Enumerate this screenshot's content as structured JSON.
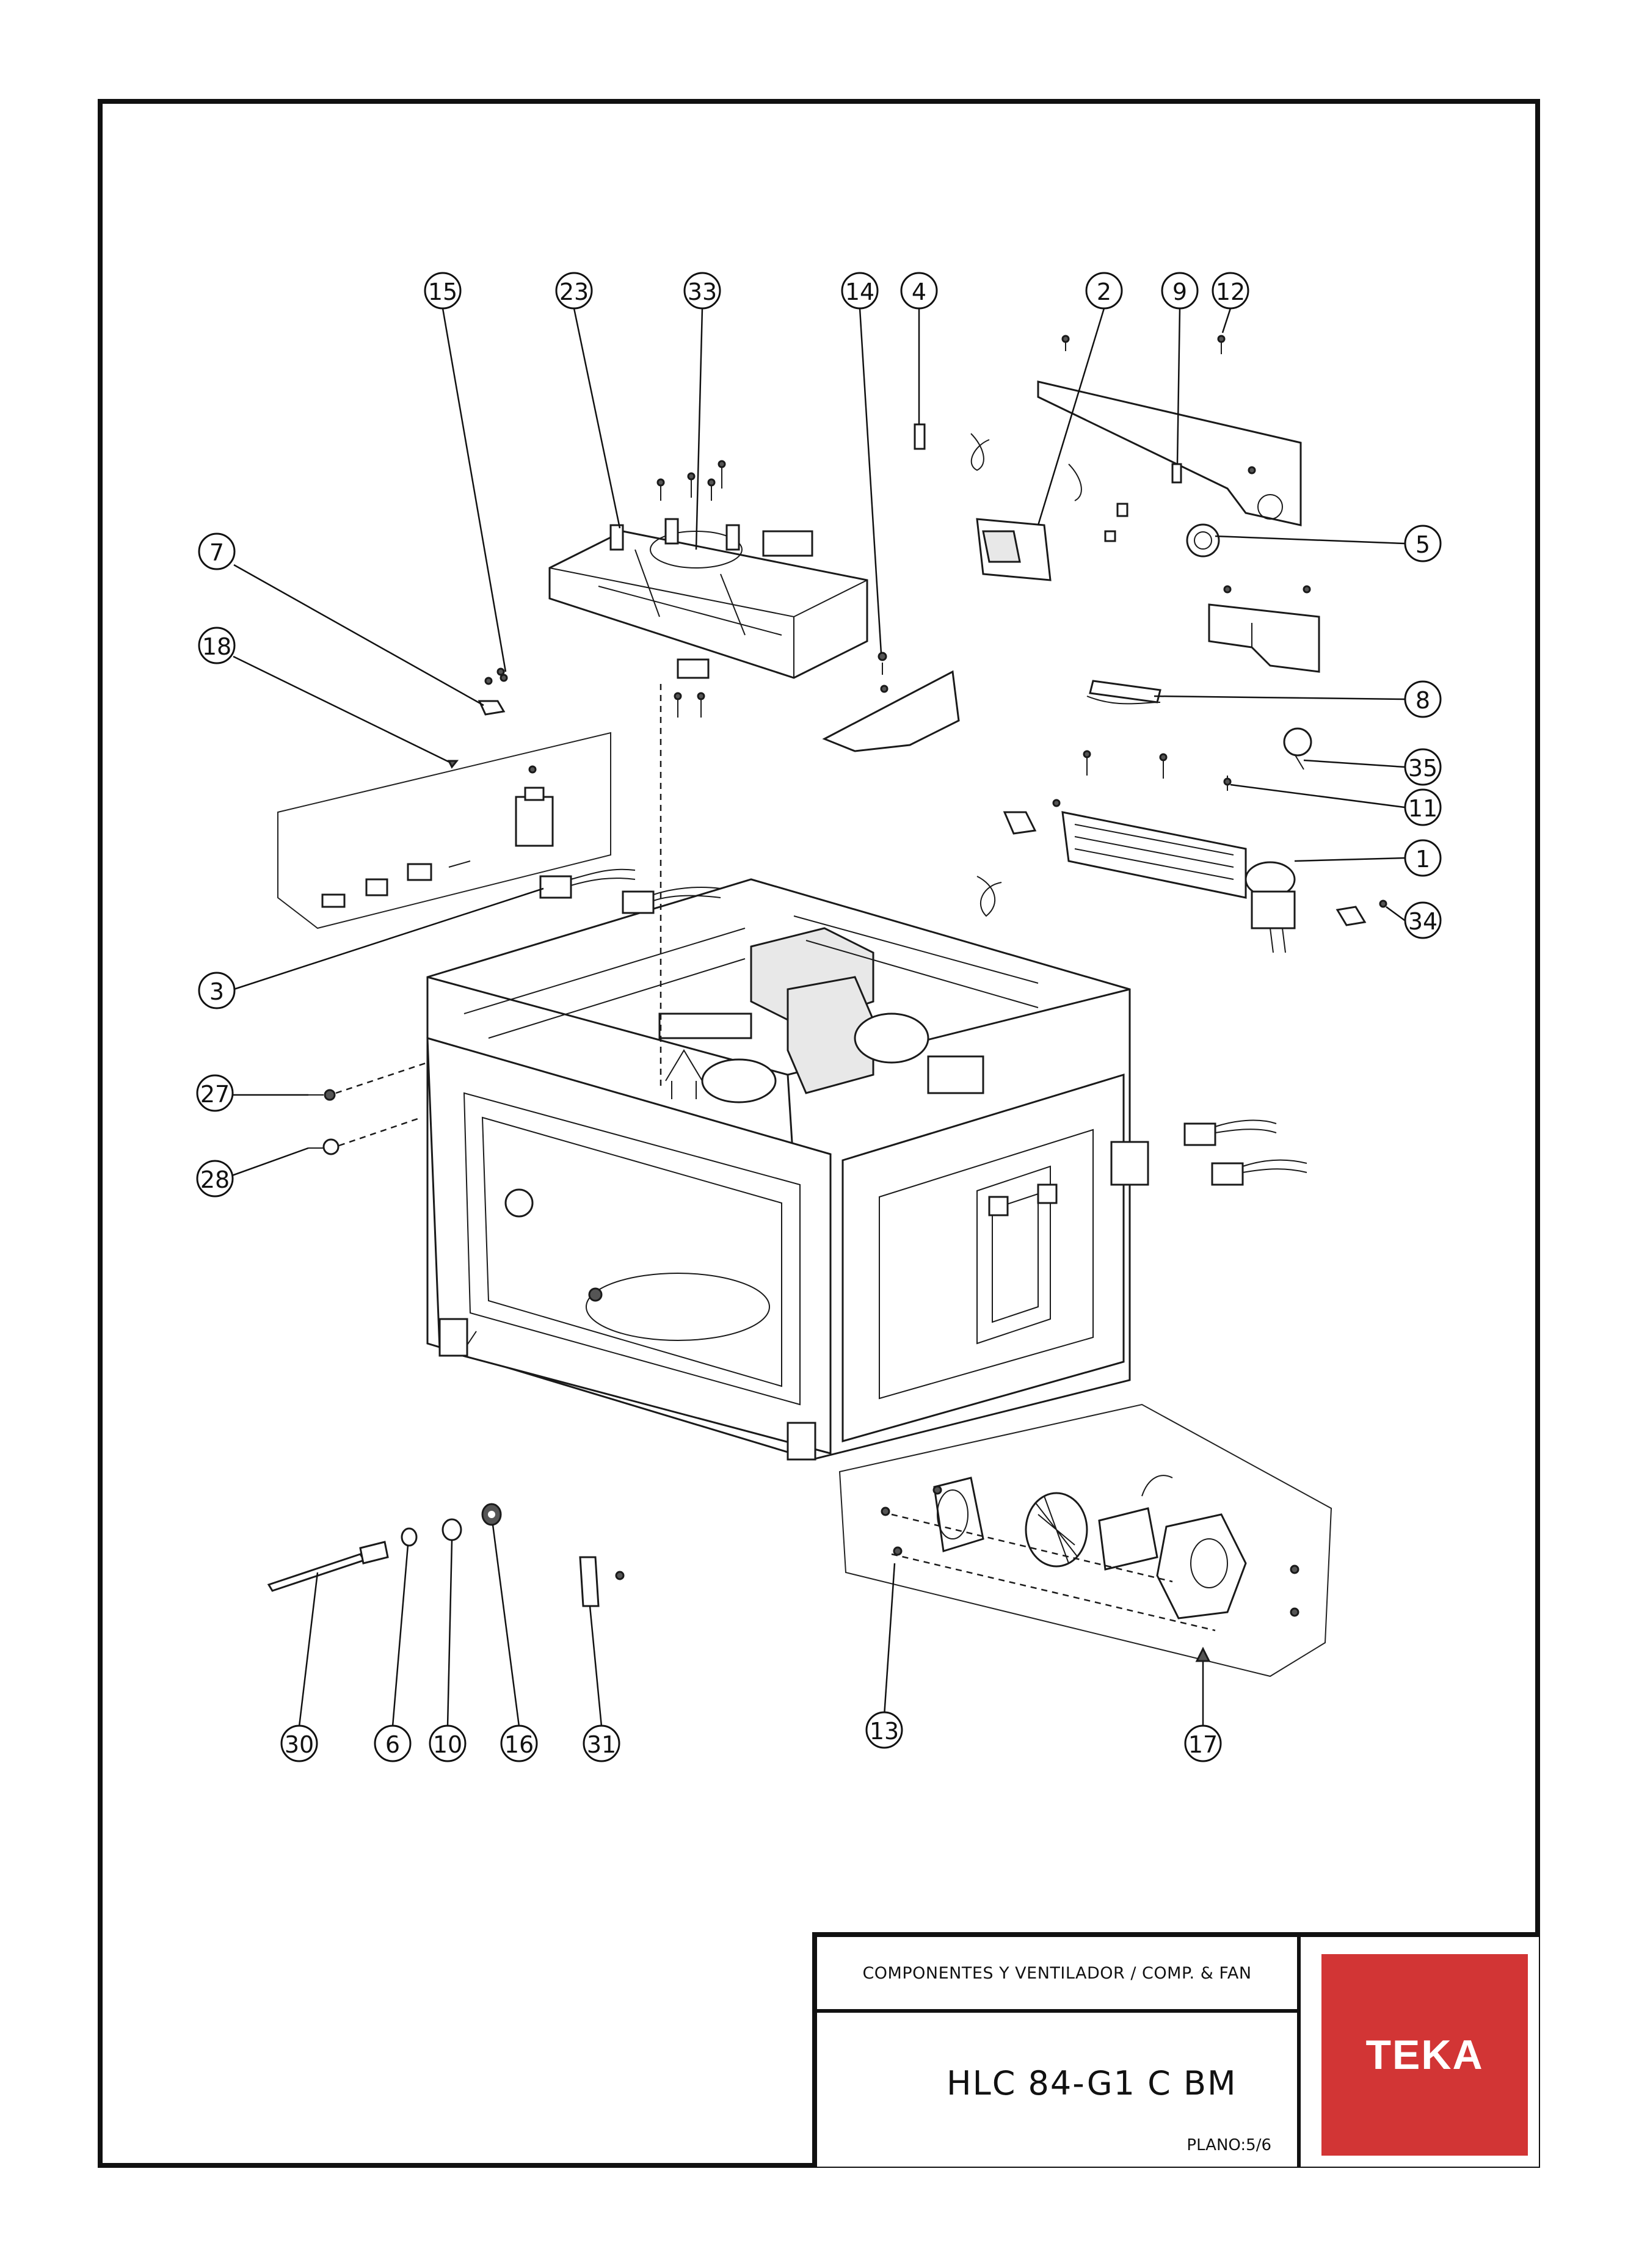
{
  "title_block": {
    "description": "COMPONENTES Y VENTILADOR / COMP. & FAN",
    "model": "HLC 84-G1 C BM",
    "plan": "PLANO:5/6",
    "brand": "TEKA",
    "brand_color": "#d23535"
  },
  "callouts": {
    "c1": "1",
    "c2": "2",
    "c3": "3",
    "c4": "4",
    "c5": "5",
    "c6": "6",
    "c7": "7",
    "c8": "8",
    "c9": "9",
    "c10": "10",
    "c11": "11",
    "c12": "12",
    "c13": "13",
    "c14": "14",
    "c15": "15",
    "c16": "16",
    "c17": "17",
    "c18": "18",
    "c23": "23",
    "c27": "27",
    "c28": "28",
    "c30": "30",
    "c31": "31",
    "c33": "33",
    "c34": "34",
    "c35": "35"
  }
}
